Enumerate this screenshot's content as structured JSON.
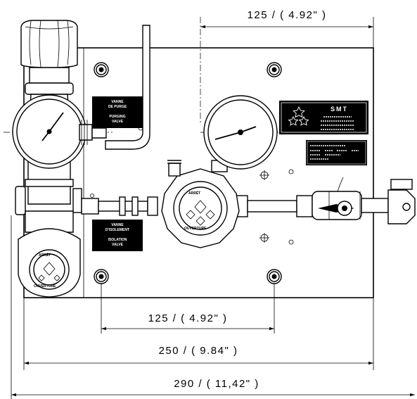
{
  "dimensions": {
    "top": "125 / ( 4.92\" )",
    "middle": "125 / ( 4.92\" )",
    "plate": "250 / ( 9.84\" )",
    "overall": "290 / ( 11,42\" )"
  },
  "labels": {
    "purge": {
      "fr_line1": "VANNE",
      "fr_line2": "DE PURGE",
      "en_line1": "PURGING",
      "en_line2": "VALVE"
    },
    "isolation": {
      "fr_line1": "VANNE",
      "fr_line2": "D'ISOLEMENT",
      "en_line1": "ISOLATION",
      "en_line2": "VALVE"
    }
  },
  "nameplate": {
    "brand": "SMT"
  },
  "colors": {
    "line": "#000000",
    "background": "#ffffff",
    "label": "#000000"
  }
}
